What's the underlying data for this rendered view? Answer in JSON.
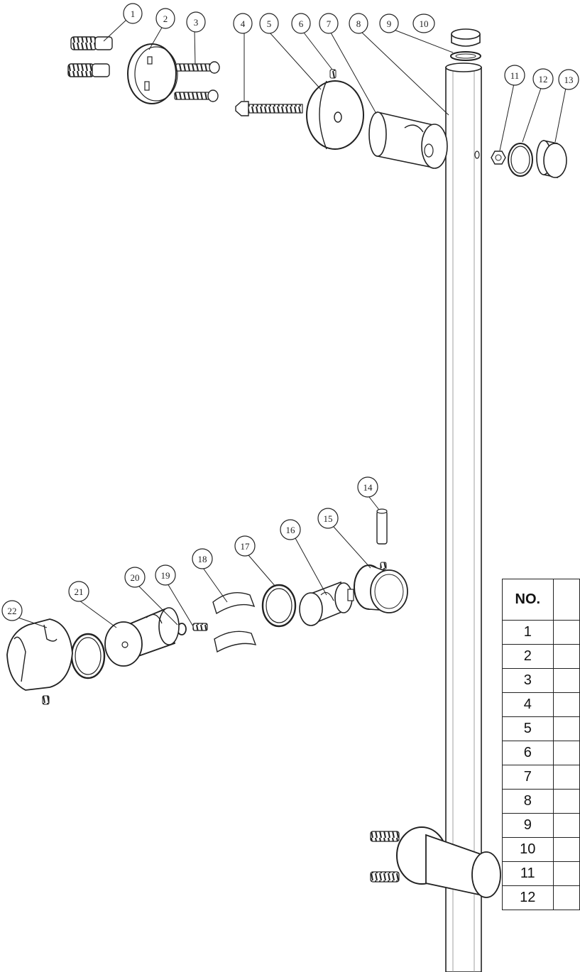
{
  "callouts": [
    "1",
    "2",
    "3",
    "4",
    "5",
    "6",
    "7",
    "8",
    "9",
    "10",
    "11",
    "12",
    "13",
    "14",
    "15",
    "16",
    "17",
    "18",
    "19",
    "20",
    "21",
    "22"
  ],
  "parts_table": {
    "header": "NO.",
    "rows": [
      "1",
      "2",
      "3",
      "4",
      "5",
      "6",
      "7",
      "8",
      "9",
      "10",
      "11",
      "12"
    ]
  },
  "colors": {
    "line": "#222222",
    "background": "#ffffff"
  }
}
